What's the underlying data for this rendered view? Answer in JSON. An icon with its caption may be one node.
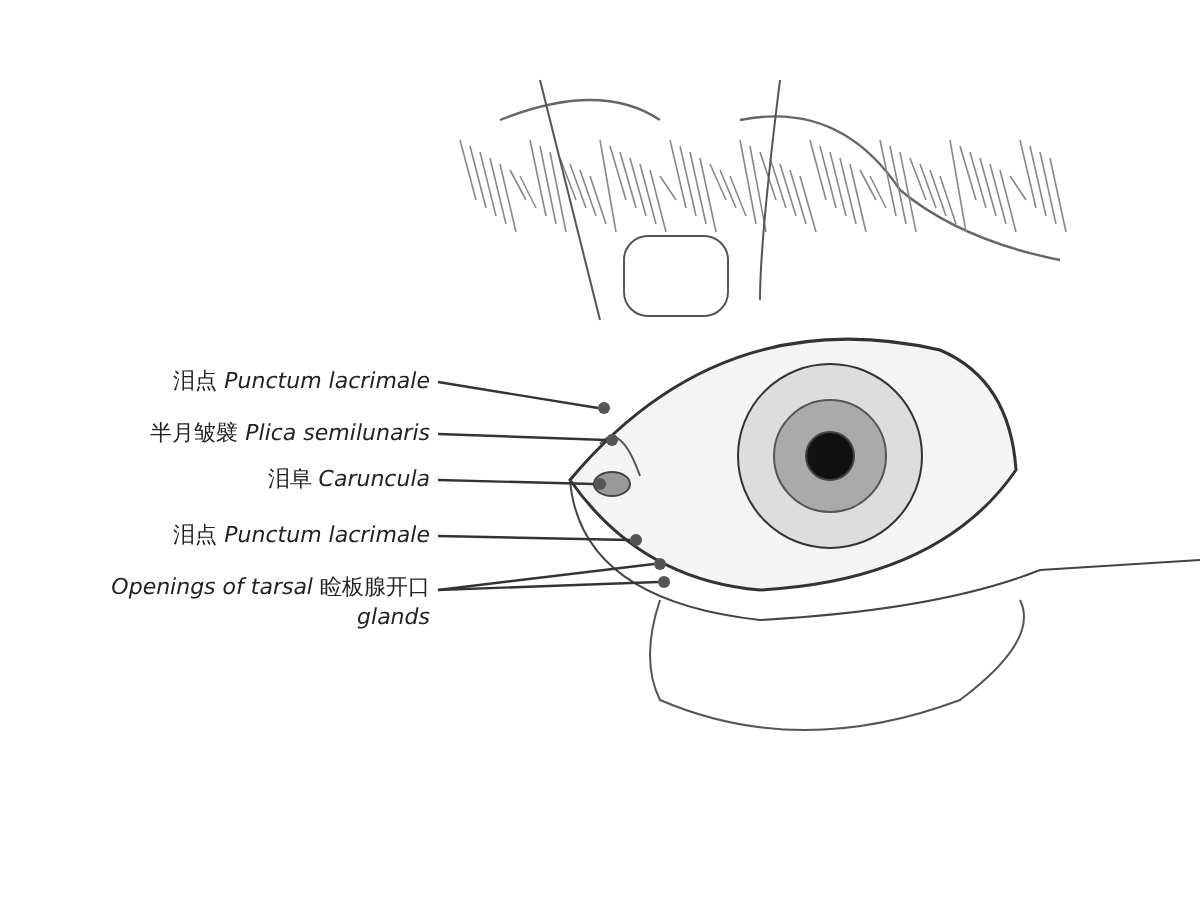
{
  "diagram": {
    "nodes": [
      {
        "text": [
          "泪点 *Punctum lacrimale*"
        ]
      },
      {
        "text": [
          "半月皱襞 *Plica semilunaris*"
        ]
      },
      {
        "text": [
          "泪阜 *Caruncula*"
        ]
      },
      {
        "text": [
          "泪点 *Punctum lacrimale*"
        ]
      },
      {
        "text": [
          "*Openings of tarsal* 睑板腺开口 *glands*"
        ]
      },
      {
        "text": [],
        "shape": "circle"
      },
      {
        "text": [],
        "shape": "circle"
      },
      {
        "text": [],
        "shape": "circle"
      },
      {
        "text": [],
        "shape": "circle"
      },
      {
        "text": [],
        "shape": "circle"
      },
      {
        "text": [],
        "shape": "circle"
      }
    ],
    "edges": [
      {
        "from": 0,
        "to": 5,
        "arrow": "none"
      },
      {
        "from": 1,
        "to": 6,
        "arrow": "none"
      },
      {
        "from": 2,
        "to": 7,
        "arrow": "none"
      },
      {
        "from": 3,
        "to": 8,
        "arrow": "none"
      },
      {
        "from": 4,
        "to": 9,
        "arrow": "none"
      },
      {
        "from": 4,
        "to": 10,
        "arrow": "none"
      }
    ]
  }
}
